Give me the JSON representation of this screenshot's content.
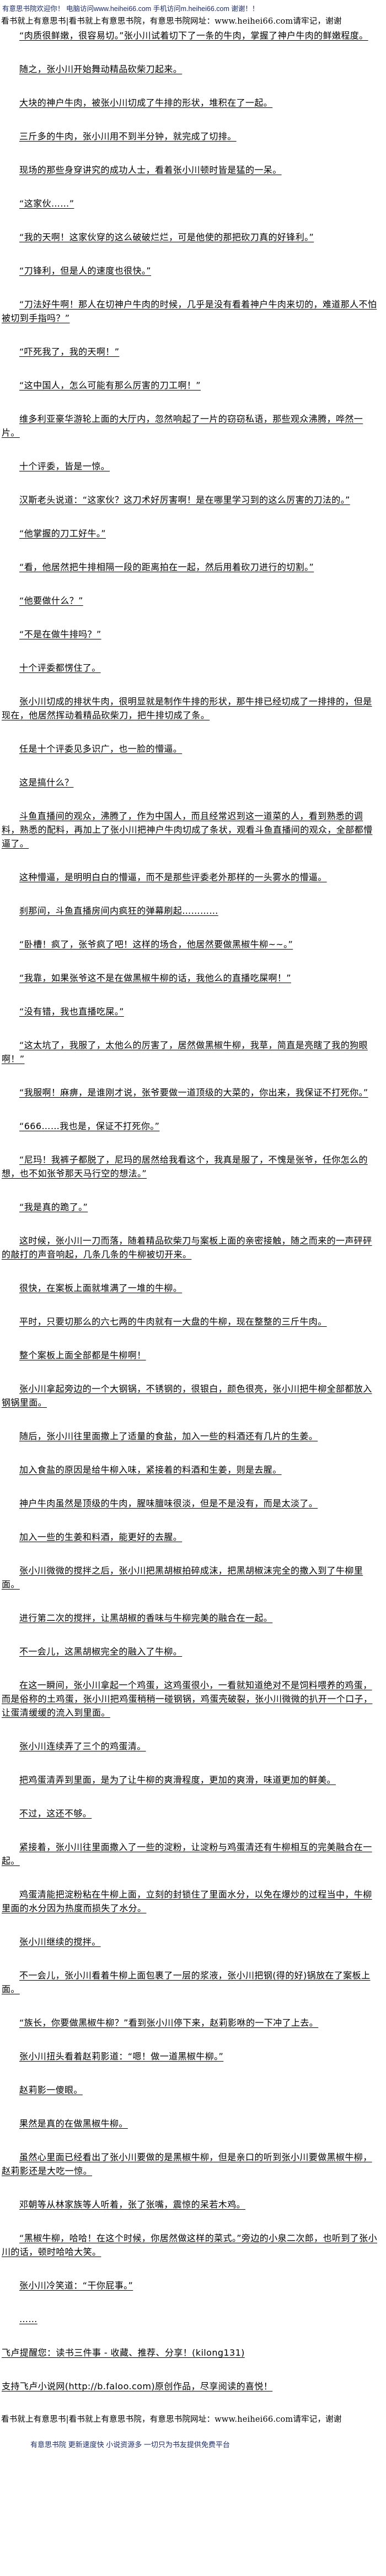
{
  "header": {
    "welcome": "有意思书院欢迎你！ 电脑访问www.heihei66.com   手机访问m.heihei66.com 谢谢！！",
    "banner": "看书就上有意思书|看书就上有意思书院，有意思书院网址：www.heihei66.com请牢记，谢谢"
  },
  "paragraphs": [
    "“肉质很鲜嫩，很容易切。”张小川试着切下了一条的牛肉，掌握了神户牛肉的鲜嫩程度。",
    "随之，张小川开始舞动精品砍柴刀起来。",
    "大块的神户牛肉，被张小川切成了牛排的形状，堆积在了一起。",
    "三斤多的牛肉，张小川用不到半分钟，就完成了切排。",
    "现场的那些身穿讲究的成功人士，看着张小川顿时皆是猛的一呆。",
    "“这家伙……”",
    "“我的天啊！这家伙穿的这么破破烂烂，可是他使的那把砍刀真的好锋利。”",
    "“刀锋利，但是人的速度也很快。”",
    "“刀法好牛啊！那人在切神户牛肉的时候，几乎是没有看着神户牛肉来切的，难道那人不怕被切到手指吗？”",
    "“吓死我了，我的天啊！”",
    "“这中国人，怎么可能有那么厉害的刀工啊！”",
    "维多利亚豪华游轮上面的大厅内，忽然响起了一片的窃窃私语，那些观众沸腾，哗然一片。",
    "十个评委，皆是一惊。",
    "汉斯老头说道：“这家伙？这刀术好厉害啊！是在哪里学习到的这么厉害的刀法的。”",
    "“他掌握的刀工好牛。”",
    "“看，他居然把牛排相隔一段的距离拍在一起，然后用着砍刀进行的切割。”",
    "“他要做什么？”",
    "“不是在做牛排吗？”",
    "十个评委都愣住了。",
    "张小川切成的排状牛肉，很明显就是制作牛排的形状，那牛排已经切成了一排排的，但是现在，他居然挥动着精品砍柴刀，把牛排切成了条。",
    "任是十个评委见多识广，也一脸的懵逼。",
    "这是搞什么？",
    "斗鱼直播间的观众，沸腾了，作为中国人，而且经常迟到这一道菜的人，看到熟悉的调料，熟悉的配料，再加上了张小川把神户牛肉切成了条状，观看斗鱼直播间的观众，全部都懵逼了。",
    "这种懵逼，是明明白白的懵逼，而不是那些评委老外那样的一头雾水的懵逼。",
    "刹那间，斗鱼直播房间内疯狂的弹幕刷起…………",
    "“卧槽！疯了，张爷疯了吧！这样的场合，他居然要做黑椒牛柳~~。”",
    "“我靠，如果张爷这不是在做黑椒牛柳的话，我他么的直播吃屎啊！”",
    "“没有错，我也直播吃屎。”",
    "“这太坑了，我服了，太他么的厉害了，居然做黑椒牛柳，我草，简直是亮瞎了我的狗眼啊！”",
    "“我服啊！麻痹，是谁刚才说，张爷要做一道顶级的大菜的，你出来，我保证不打死你。”",
    "“666……我也是，保证不打死你。”",
    "“尼玛！我裤子都脱了，尼玛的居然给我看这个，我真是服了，不愧是张爷，任你怎么的想，也不如张爷那天马行空的想法。”",
    "“我是真的跪了。”",
    "这时候，张小川一刀而落，随着精品砍柴刀与案板上面的亲密接触，随之而来的一声砰砰的敲打的声音响起，几条几条的牛柳被切开来。",
    "很快，在案板上面就堆满了一堆的牛柳。",
    "平时，只要切那么的六七两的牛肉就有一大盘的牛柳，现在整整的三斤牛肉。",
    "整个案板上面全部都是牛柳啊！",
    "张小川拿起旁边的一个大钢锅，不锈钢的，很银白，颜色很亮，张小川把牛柳全部都放入钢锅里面。",
    "随后，张小川往里面撒上了适量的食盐，加入一些的料酒还有几片的生姜。",
    "加入食盐的原因是给牛柳入味，紧接着的料酒和生姜，则是去腥。",
    "神户牛肉虽然是顶级的牛肉，腥味膻味很淡，但是不是没有，而是太淡了。",
    "加入一些的生姜和料酒，能更好的去腥。",
    "张小川微微的搅拌之后，张小川把黑胡椒拍碎成沫，把黑胡椒沫完全的撒入到了牛柳里面。",
    "进行第二次的搅拌，让黑胡椒的香味与牛柳完美的融合在一起。",
    "不一会儿，这黑胡椒完全的融入了牛柳。",
    "在这一瞬间，张小川拿起一个鸡蛋，这鸡蛋很小，一看就知道绝对不是饲料喂养的鸡蛋，而是俗称的土鸡蛋，张小川把鸡蛋稍稍一碰钢锅，鸡蛋壳破裂，张小川微微的扒开一个口子，让蛋清缓缓的流入到里面。",
    "张小川连续弄了三个的鸡蛋清。",
    "把鸡蛋清弄到里面，是为了让牛柳的爽滑程度，更加的爽滑，味道更加的鲜美。",
    "不过，这还不够。",
    "紧接着，张小川往里面撒入了一些的淀粉，让淀粉与鸡蛋清还有牛柳相互的完美融合在一起。",
    "鸡蛋清能把淀粉粘在牛柳上面，立刻的封锁住了里面水分，以免在爆炒的过程当中，牛柳里面的水分因为热度而损失了水分。",
    "张小川继续的搅拌。",
    "不一会儿，张小川看着牛柳上面包裹了一层的浆液，张小川把钢(得的好)锅放在了案板上面。",
    "“族长，你要做黑椒牛柳？”看到张小川停下来，赵莉影咻的一下冲了上去。",
    "张小川扭头看着赵莉影道：“嗯！做一道黑椒牛柳。”",
    "赵莉影一傻眼。",
    "果然是真的在做黑椒牛柳。",
    "虽然心里面已经看出了张小川要做的是黑椒牛柳，但是亲口的听到张小川要做黑椒牛柳，赵莉影还是大吃一惊。",
    "邓朝等从林家族等人听着，张了张嘴，震惊的呆若木鸡。",
    "“黑椒牛柳，哈哈！在这个时候，你居然做这样的菜式。”旁边的小泉二次郎，也听到了张小川的话，顿时哈哈大笑。",
    "张小川冷笑道：“干你屁事。”",
    "……"
  ],
  "notices": [
    "飞卢提醒您：读书三件事 - 收藏、推荐、分享！(kilong131)",
    "支持飞卢小说网(http://b.faloo.com)原创作品，尽享阅读的喜悦！"
  ],
  "footer": {
    "banner": "看书就上有意思书|看书就上有意思书院，有意思书院网址：www.heihei66.com请牢记，谢谢",
    "slogan": "有意思书院 更新速度快 小说资源多 一切只为书友提供免费平台"
  },
  "colors": {
    "site_blue": "#1a2a6c",
    "text": "#000000"
  }
}
